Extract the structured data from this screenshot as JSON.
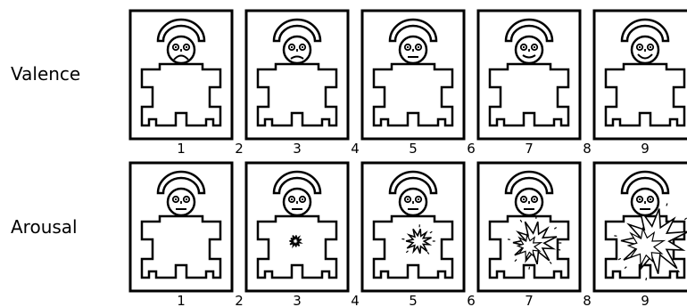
{
  "rows": [
    {
      "label": "Valence",
      "dimension": "valence",
      "frames": [
        {
          "label": "1",
          "mouth": "strong-frown"
        },
        {
          "label": "3",
          "mouth": "frown"
        },
        {
          "label": "5",
          "mouth": "neutral"
        },
        {
          "label": "7",
          "mouth": "smile"
        },
        {
          "label": "9",
          "mouth": "big-smile"
        }
      ],
      "between_labels": [
        "2",
        "4",
        "6",
        "8"
      ]
    },
    {
      "label": "Arousal",
      "dimension": "arousal",
      "frames": [
        {
          "label": "1",
          "burst_level": 0
        },
        {
          "label": "3",
          "burst_level": 1
        },
        {
          "label": "5",
          "burst_level": 2
        },
        {
          "label": "7",
          "burst_level": 3
        },
        {
          "label": "9",
          "burst_level": 4
        }
      ],
      "between_labels": [
        "2",
        "4",
        "6",
        "8"
      ]
    }
  ]
}
